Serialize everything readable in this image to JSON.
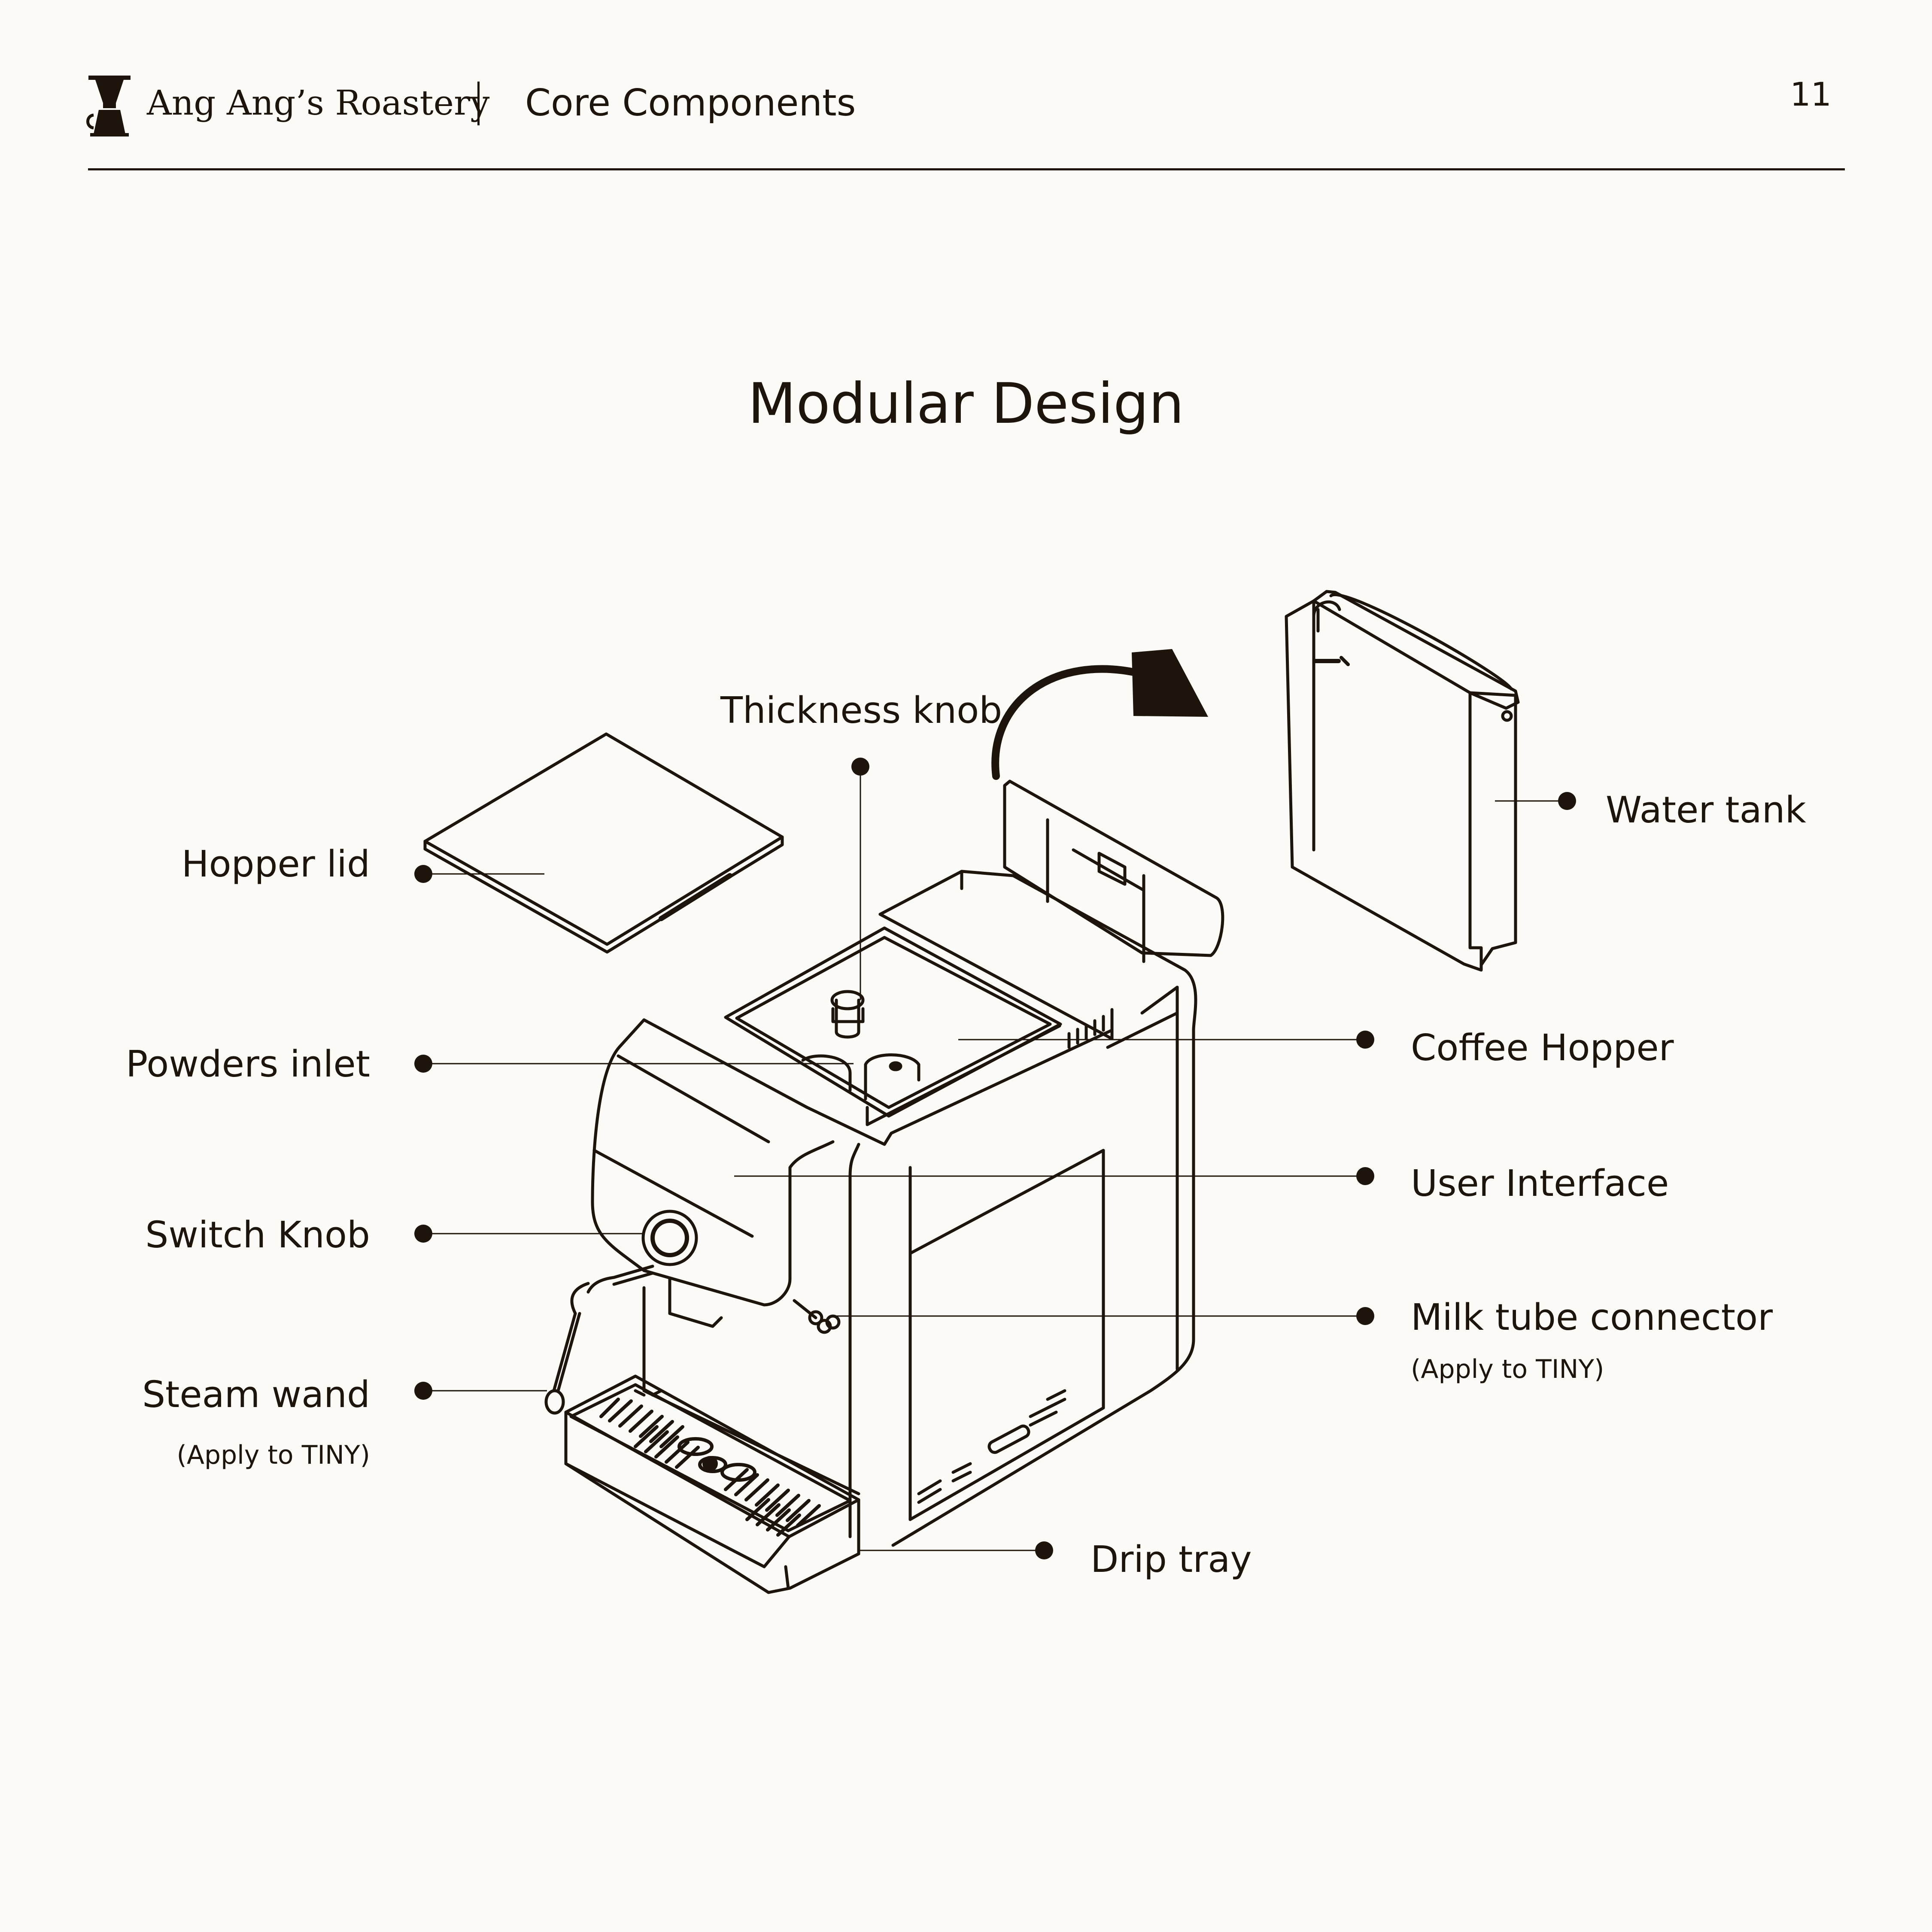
{
  "header": {
    "brand_name": "Ang Ang’s Roastery",
    "section_title": "Core Components",
    "page_number": "11"
  },
  "diagram": {
    "title": "Modular Design",
    "callouts": {
      "thickness_knob": "Thickness knob",
      "hopper_lid": "Hopper lid",
      "powders_inlet": "Powders inlet",
      "switch_knob": "Switch Knob",
      "steam_wand": "Steam wand",
      "steam_wand_note": "(Apply to TINY)",
      "water_tank": "Water tank",
      "coffee_hopper": "Coffee Hopper",
      "user_interface": "User Interface",
      "milk_tube_connector": "Milk tube connector",
      "milk_tube_connector_note": "(Apply to TINY)",
      "drip_tray": "Drip tray"
    }
  },
  "colors": {
    "background": "#fcfbf7",
    "ink": "#1d140b"
  }
}
